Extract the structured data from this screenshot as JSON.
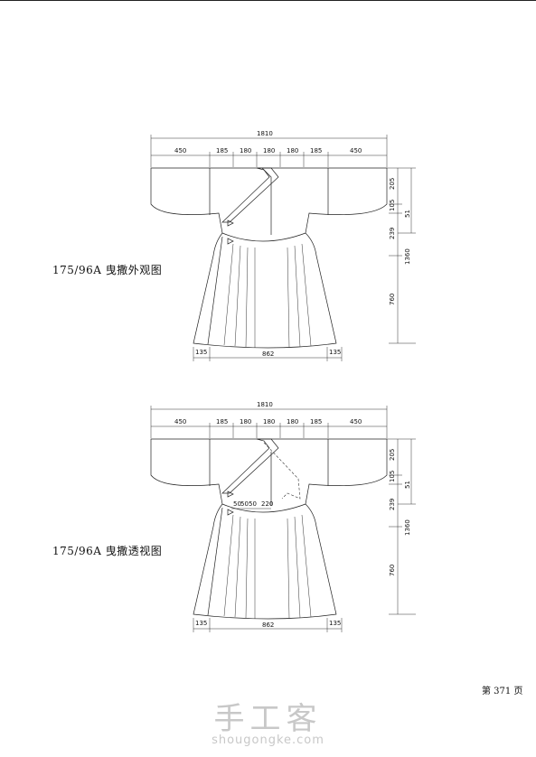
{
  "figure_1": {
    "caption": "175/96A 曳撒外观图",
    "dim_total_width": "1810",
    "dim_segments": [
      "450",
      "185",
      "180",
      "180",
      "180",
      "185",
      "450"
    ],
    "dim_right": [
      "205",
      "105",
      "51",
      "239",
      "1360",
      "760"
    ],
    "dim_bottom": [
      "135",
      "862",
      "135"
    ]
  },
  "figure_2": {
    "caption": "175/96A 曳撒透视图",
    "dim_total_width": "1810",
    "dim_segments": [
      "450",
      "185",
      "180",
      "180",
      "180",
      "185",
      "450"
    ],
    "dim_right": [
      "205",
      "105",
      "51",
      "239",
      "1360",
      "760"
    ],
    "dim_bottom": [
      "135",
      "862",
      "135"
    ],
    "inner_labels": [
      "50",
      "50",
      "50",
      "220"
    ]
  },
  "page_number": "第 371 页",
  "watermark": {
    "chinese": "手工客",
    "url": "shougongke.com"
  }
}
